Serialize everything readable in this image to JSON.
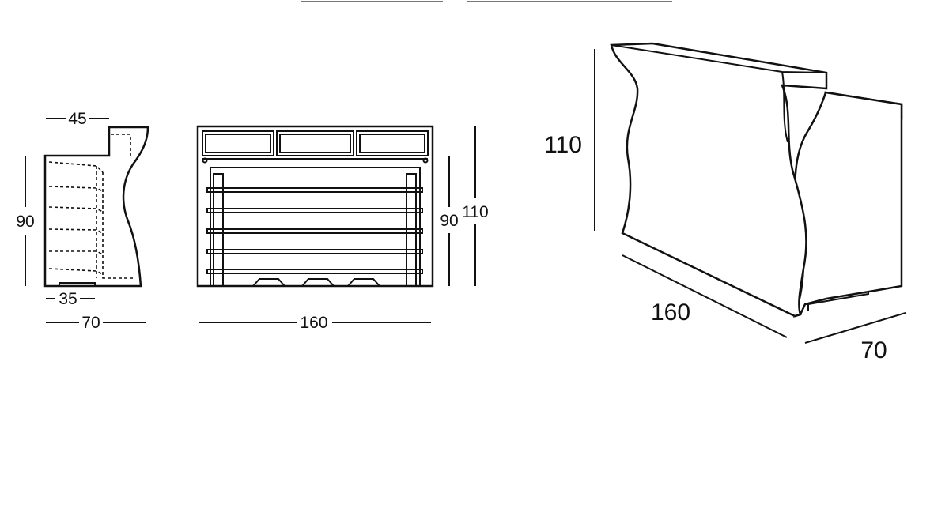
{
  "side_view": {
    "depth_top": "45",
    "height": "90",
    "depth_base": "35",
    "depth_total": "70"
  },
  "front_view": {
    "width": "160",
    "height_counter": "90",
    "height_total": "110"
  },
  "perspective_view": {
    "height": "110",
    "width": "160",
    "depth": "70"
  },
  "colors": {
    "line": "#111111",
    "background": "#ffffff"
  }
}
